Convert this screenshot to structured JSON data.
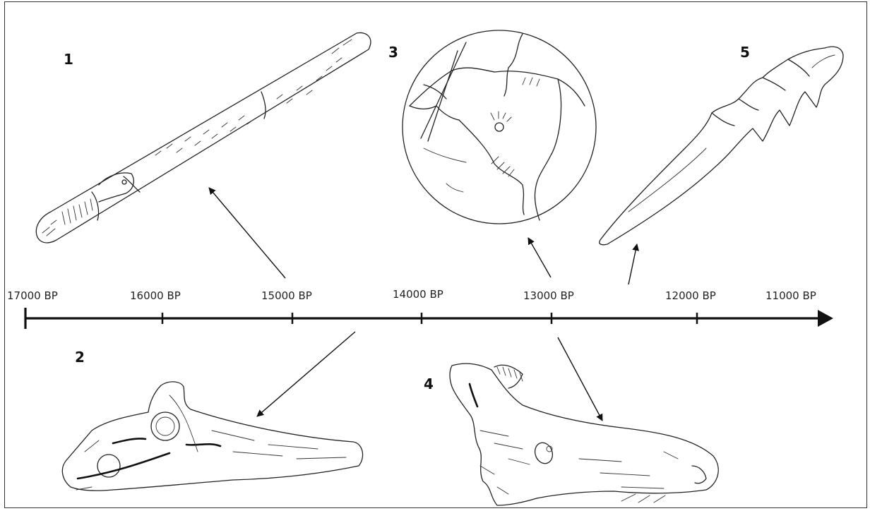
{
  "timeline": {
    "ticks": [
      "17000 BP",
      "16000 BP",
      "15000 BP",
      "14000 BP",
      "13000 BP",
      "12000 BP",
      "11000 BP"
    ]
  },
  "artifacts": [
    {
      "number": "1",
      "icon": "engraved-rod-with-bird-head-icon"
    },
    {
      "number": "2",
      "icon": "perforated-baton-icon"
    },
    {
      "number": "3",
      "icon": "engraved-disc-with-animal-icon"
    },
    {
      "number": "4",
      "icon": "horse-head-contour-icon"
    },
    {
      "number": "5",
      "icon": "harpoon-point-icon"
    }
  ],
  "colors": {
    "ink": "#222222",
    "background": "#ffffff"
  }
}
